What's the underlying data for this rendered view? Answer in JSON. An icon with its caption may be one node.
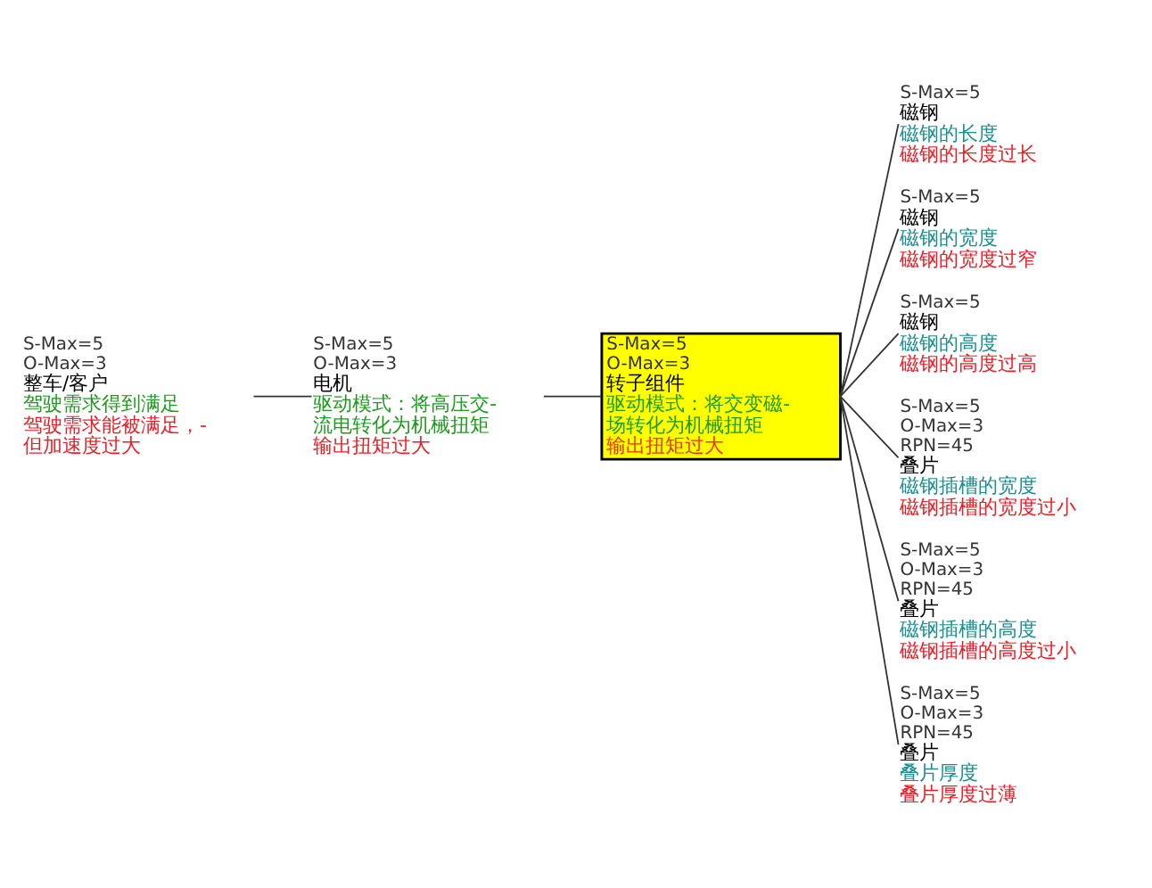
{
  "diagram": {
    "nodes": [
      {
        "text": [
          "S-Max=5",
          "O-Max=3",
          "整车/客户",
          "驾驶需求得到满足",
          "驾驶需求能被满足，-但加速度过大"
        ]
      },
      {
        "text": [
          "S-Max=5",
          "O-Max=3",
          "电机",
          "驱动模式：将高压交-流电转化为机械扭矩",
          "输出扭矩过大"
        ]
      },
      {
        "text": [
          "S-Max=5",
          "O-Max=3",
          "转子组件",
          "驱动模式：将交变磁-场转化为机械扭矩",
          "输出扭矩过大"
        ]
      },
      {
        "text": [
          "S-Max=5",
          "磁钢",
          "磁钢的长度",
          "磁钢的长度过长"
        ]
      },
      {
        "text": [
          "S-Max=5",
          "磁钢",
          "磁钢的宽度",
          "磁钢的宽度过窄"
        ]
      },
      {
        "text": [
          "S-Max=5",
          "磁钢",
          "磁钢的高度",
          "磁钢的高度过高"
        ]
      },
      {
        "text": [
          "S-Max=5",
          "O-Max=3",
          "RPN=45",
          "叠片",
          "磁钢插槽的宽度",
          "磁钢插槽的宽度过小"
        ]
      },
      {
        "text": [
          "S-Max=5",
          "O-Max=3",
          "RPN=45",
          "叠片",
          "磁钢插槽的高度",
          "磁钢插槽的高度过小"
        ]
      },
      {
        "text": [
          "S-Max=5",
          "O-Max=3",
          "RPN=45",
          "叠片",
          "叠片厚度",
          "叠片厚度过薄"
        ]
      }
    ],
    "edges": [
      {
        "from": 0,
        "to": 1,
        "arrow": "none"
      },
      {
        "from": 1,
        "to": 2,
        "arrow": "none"
      },
      {
        "from": 2,
        "to": 3,
        "arrow": "none"
      },
      {
        "from": 2,
        "to": 4,
        "arrow": "none"
      },
      {
        "from": 2,
        "to": 5,
        "arrow": "none"
      },
      {
        "from": 2,
        "to": 6,
        "arrow": "none"
      },
      {
        "from": 2,
        "to": 7,
        "arrow": "none"
      },
      {
        "from": 2,
        "to": 8,
        "arrow": "none"
      }
    ]
  }
}
